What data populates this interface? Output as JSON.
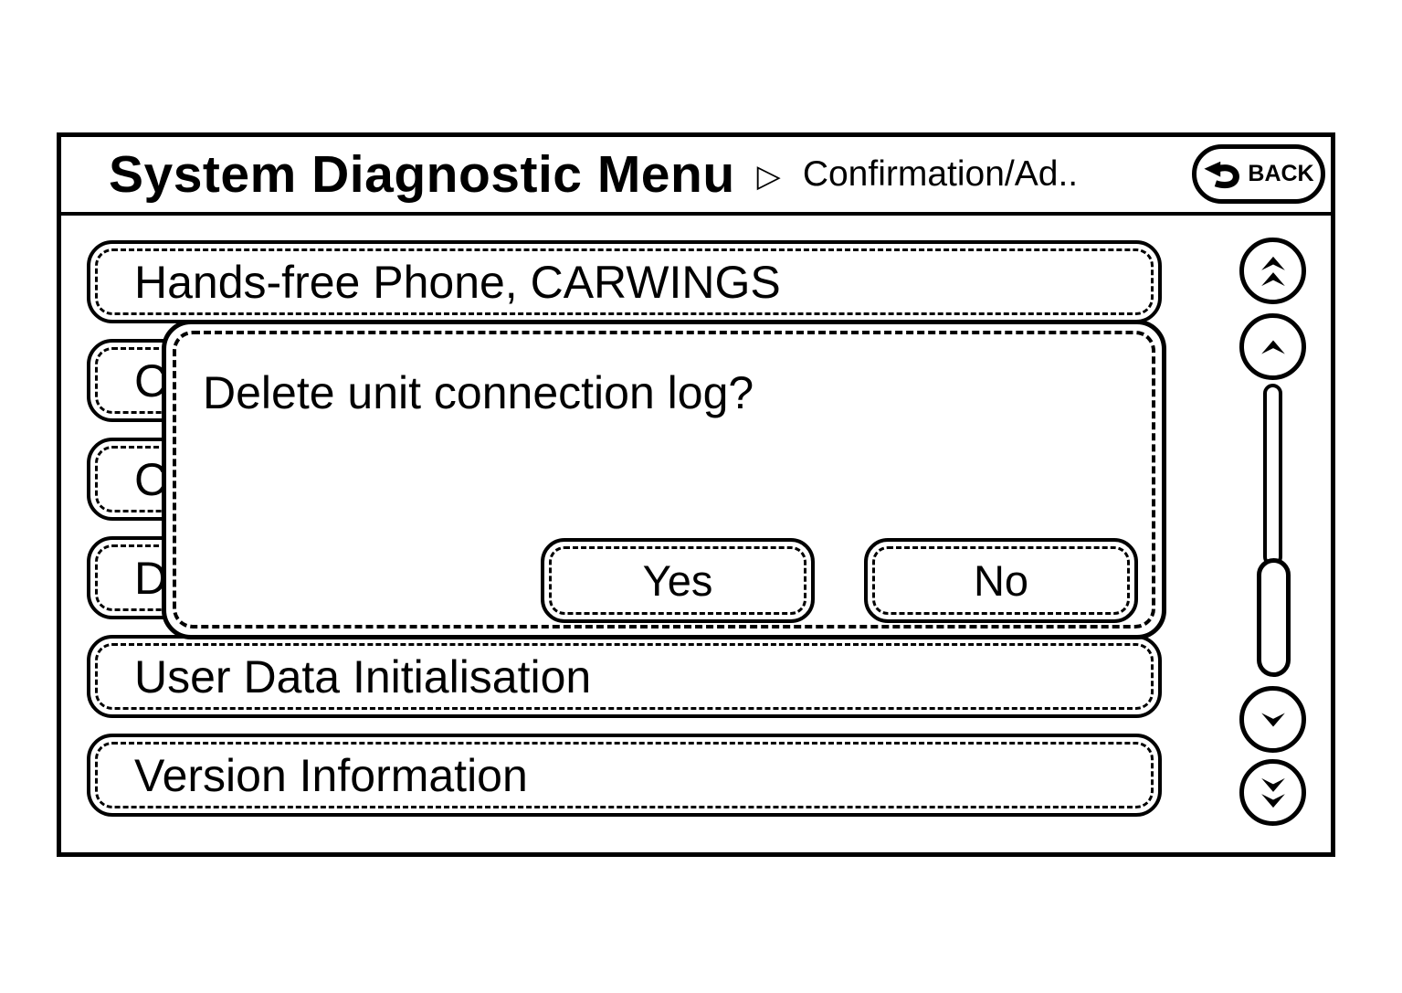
{
  "colors": {
    "ink": "#000000",
    "background": "#ffffff"
  },
  "header": {
    "title": "System Diagnostic Menu",
    "separator": "▷",
    "separator_icon": "right-triangle",
    "breadcrumb": "Confirmation/Ad..",
    "back_label": "BACK",
    "back_icon": "undo-arrow"
  },
  "menu": {
    "items": [
      {
        "label": "Hands-free Phone, CARWINGS"
      },
      {
        "label": "C"
      },
      {
        "label": "C"
      },
      {
        "label": "D"
      },
      {
        "label": "User Data Initialisation"
      },
      {
        "label": "Version Information"
      }
    ]
  },
  "dialog": {
    "message": "Delete unit connection log?",
    "buttons": {
      "yes": "Yes",
      "no": "No"
    }
  },
  "scrollbar": {
    "buttons": [
      {
        "icon": "double-chevron-up"
      },
      {
        "icon": "chevron-up"
      },
      {
        "icon": "chevron-down"
      },
      {
        "icon": "double-chevron-down"
      }
    ]
  }
}
